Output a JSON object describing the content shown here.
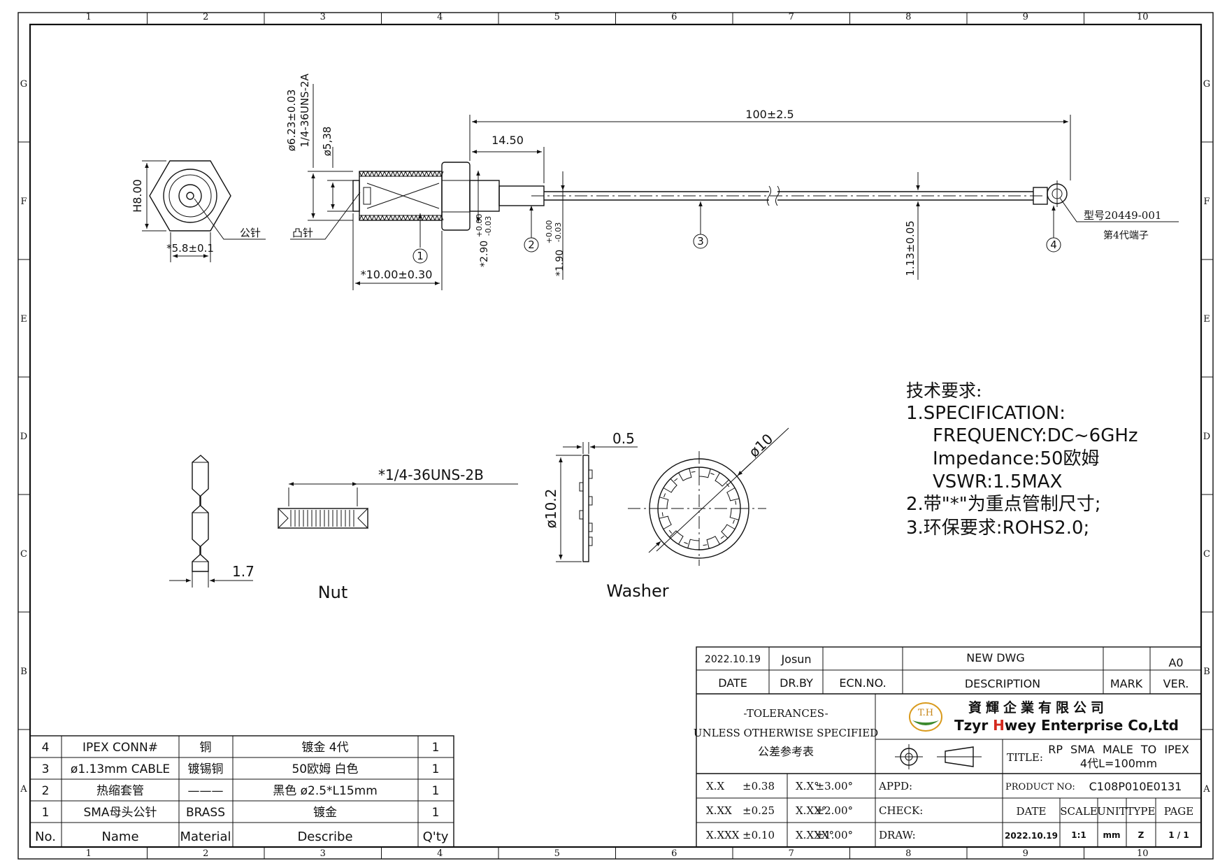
{
  "frame": {
    "col_labels": [
      "1",
      "2",
      "3",
      "4",
      "5",
      "6",
      "7",
      "8",
      "9",
      "10"
    ],
    "row_labels": [
      "G",
      "F",
      "E",
      "D",
      "C",
      "B",
      "A"
    ]
  },
  "main_view": {
    "dim_thread_dia": "ø6.23±0.03",
    "dim_thread_spec": "1/4-36UNS-2A",
    "dim_538": "ø5,38",
    "dim_length": "100±2.5",
    "dim_1450": "14.50",
    "dim_h800": "H8.00",
    "dim_58": "*5.8±0.1",
    "label_female_pin": "公针",
    "label_male_pin": "凸针",
    "dim_1000": "*10.00±0.30",
    "dim_290_main": "*2.90",
    "dim_290_tol_up": "+0.00",
    "dim_290_tol_dn": "-0.03",
    "dim_190_tol_up": "+0.00",
    "dim_190_main": "*1.90",
    "dim_190_tol_dn": "-0.03",
    "dim_113": "1.13±0.05",
    "part_model": "型号20449-001",
    "part_gen": "第4代端子",
    "balloons": [
      "1",
      "2",
      "3",
      "4"
    ]
  },
  "nut_view": {
    "thread": "*1/4-36UNS-2B",
    "thickness": "1.7",
    "label": "Nut"
  },
  "washer_view": {
    "thickness": "0.5",
    "outer_dia": "ø10.2",
    "inner_dia": "ø10",
    "label": "Washer"
  },
  "tech_notes": [
    "技术要求:",
    "1.SPECIFICATION:",
    "FREQUENCY:DC~6GHz",
    "Impedance:50欧姆",
    "VSWR:1.5MAX",
    "2.带\"*\"为重点管制尺寸;",
    "3.环保要求:ROHS2.0;"
  ],
  "bom": {
    "headers": [
      "No.",
      "Name",
      "Material",
      "Describe",
      "Q'ty"
    ],
    "rows": [
      [
        "4",
        "IPEX CONN#",
        "铜",
        "镀金 4代",
        "1"
      ],
      [
        "3",
        "ø1.13mm CABLE",
        "镀锡铜",
        "50欧姆 白色",
        "1"
      ],
      [
        "2",
        "热缩套管",
        "———",
        "黑色 ø2.5*L15mm",
        "1"
      ],
      [
        "1",
        "SMA母头公针",
        "BRASS",
        "镀金",
        "1"
      ]
    ]
  },
  "title_block": {
    "rev_date": "2022.10.19",
    "rev_by": "Josun",
    "rev_desc": "NEW DWG",
    "rev_ver": "A0",
    "h_date": "DATE",
    "h_drby": "DR.BY",
    "h_ecn": "ECN.NO.",
    "h_desc": "DESCRIPTION",
    "h_mark": "MARK",
    "h_ver": "VER.",
    "tol_title": "-TOLERANCES-",
    "tol_sub": "UNLESS OTHERWISE SPECIFIED",
    "tol_cn": "公差参考表",
    "logo_text": "T.H",
    "company_cn": "資輝企業有限公司",
    "company_en_1": "Tzyr ",
    "company_en_2": "H",
    "company_en_3": "wey Enterprise Co,Ltd",
    "title_label": "TITLE:",
    "title_1": "RP SMA MALE TO IPEX",
    "title_2": "4代L=100mm",
    "tol_rows": [
      [
        "X.X",
        "±0.38",
        "X.X°",
        "±3.00°"
      ],
      [
        "X.XX",
        "±0.25",
        "X.XX°",
        "±2.00°"
      ],
      [
        "X.XXX",
        "±0.10",
        "X.XXX°",
        "±1.00°"
      ]
    ],
    "appd": "APPD:",
    "check": "CHECK:",
    "draw": "DRAW:",
    "product_label": "PRODUCT NO:",
    "product_no": "C108P010E0131",
    "f_date": "DATE",
    "f_scale": "SCALE",
    "f_unit": "UNIT",
    "f_type": "TYPE",
    "f_page": "PAGE",
    "v_date": "2022.10.19",
    "v_scale": "1:1",
    "v_unit": "mm",
    "v_type": "Z",
    "v_page": "1 / 1"
  }
}
